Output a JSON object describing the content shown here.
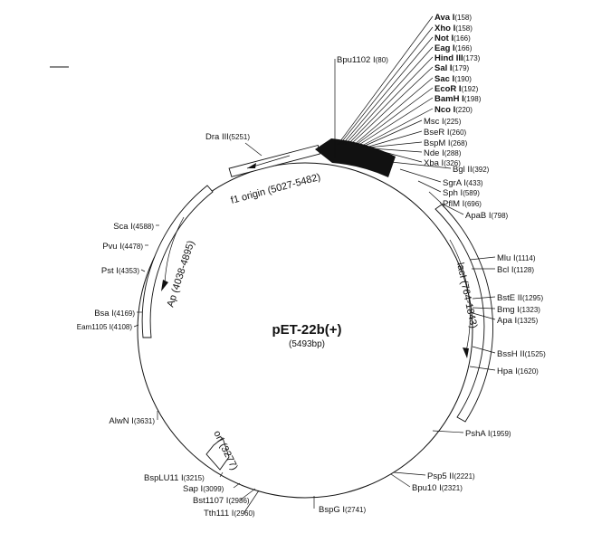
{
  "map": {
    "title": "pET-22b(+)",
    "size": "(5493bp)"
  },
  "features": {
    "lacI": "lacI (764-1843)",
    "ap": "Ap (4038-4895)",
    "f1": "f1 origin (5027-5482)",
    "ori": "ori (3277)"
  },
  "sites": {
    "ava1": {
      "name": "Ava I",
      "pos": "(158)"
    },
    "xho1": {
      "name": "Xho I",
      "pos": "(158)"
    },
    "not1": {
      "name": "Not I",
      "pos": "(166)"
    },
    "eag1": {
      "name": "Eag I",
      "pos": "(166)"
    },
    "hind3": {
      "name": "Hind III",
      "pos": "(173)"
    },
    "sal1": {
      "name": "Sal I",
      "pos": "(179)"
    },
    "sac1": {
      "name": "Sac I",
      "pos": "(190)"
    },
    "ecor1": {
      "name": "EcoR I",
      "pos": "(192)"
    },
    "bamh1": {
      "name": "BamH I",
      "pos": "(198)"
    },
    "nco1": {
      "name": "Nco I",
      "pos": "(220)"
    },
    "msc1": {
      "name": "Msc I",
      "pos": "(225)"
    },
    "bser1": {
      "name": "BseR I",
      "pos": "(260)"
    },
    "bspm1": {
      "name": "BspM I",
      "pos": "(268)"
    },
    "nde1": {
      "name": "Nde I",
      "pos": "(288)"
    },
    "xba1": {
      "name": "Xba I",
      "pos": "(326)"
    },
    "bgl2": {
      "name": "Bgl II",
      "pos": "(392)"
    },
    "sgra1": {
      "name": "SgrA I",
      "pos": "(433)"
    },
    "sph1": {
      "name": "Sph I",
      "pos": "(589)"
    },
    "pflm1": {
      "name": "PflM I",
      "pos": "(696)"
    },
    "apab1": {
      "name": "ApaB I",
      "pos": "(798)"
    },
    "mlu1": {
      "name": "Mlu I",
      "pos": "(1114)"
    },
    "bcl1": {
      "name": "Bcl I",
      "pos": "(1128)"
    },
    "bste2": {
      "name": "BstE II",
      "pos": "(1295)"
    },
    "bmg1": {
      "name": "Bmg I",
      "pos": "(1323)"
    },
    "apa1": {
      "name": "Apa I",
      "pos": "(1325)"
    },
    "bssh2": {
      "name": "BssH II",
      "pos": "(1525)"
    },
    "hpa1": {
      "name": "Hpa I",
      "pos": "(1620)"
    },
    "psha1": {
      "name": "PshA I",
      "pos": "(1959)"
    },
    "psp5": {
      "name": "Psp5 II",
      "pos": "(2221)"
    },
    "bpu10": {
      "name": "Bpu10 I",
      "pos": "(2321)"
    },
    "bspg1": {
      "name": "BspG I",
      "pos": "(2741)"
    },
    "tth111": {
      "name": "Tth111 I",
      "pos": "(2960)"
    },
    "bst1107": {
      "name": "Bst1107 I",
      "pos": "(2986)"
    },
    "sap1": {
      "name": "Sap I",
      "pos": "(3099)"
    },
    "bsplu11": {
      "name": "BspLU11 I",
      "pos": "(3215)"
    },
    "alwn1": {
      "name": "AlwN I",
      "pos": "(3631)"
    },
    "eam1105": {
      "name": "Eam1105 I",
      "pos": "(4108)"
    },
    "bsa1": {
      "name": "Bsa I",
      "pos": "(4169)"
    },
    "pst1": {
      "name": "Pst I",
      "pos": "(4353)"
    },
    "pvu1": {
      "name": "Pvu I",
      "pos": "(4478)"
    },
    "sca1": {
      "name": "Sca I",
      "pos": "(4588)"
    },
    "dra3": {
      "name": "Dra III",
      "pos": "(5251)"
    },
    "bpu1102": {
      "name": "Bpu1102 I",
      "pos": "(80)"
    }
  }
}
